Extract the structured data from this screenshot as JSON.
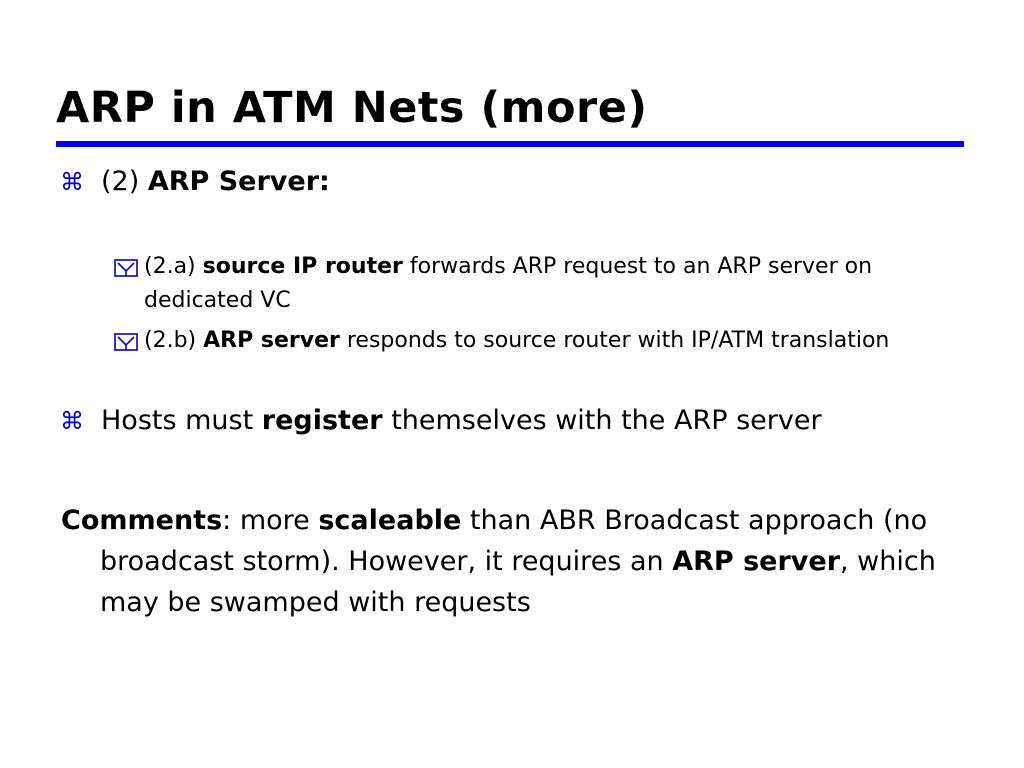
{
  "slide": {
    "title": "ARP in ATM Nets (more)",
    "accent_color": "#0000ff",
    "bullet_icon": "command-key-icon",
    "sub_bullet_icon": "checkbox-check-icon",
    "bullets": [
      {
        "marker": "⌘",
        "plain": "(2) ",
        "bold": "ARP Server:",
        "sub_items": [
          {
            "lead": "(2.a) ",
            "bold": "source IP router",
            "rest": " forwards ARP request to an ARP server on dedicated VC"
          },
          {
            "lead": "(2.b) ",
            "bold": "ARP server",
            "rest": " responds to source router  with IP/ATM translation"
          }
        ]
      },
      {
        "marker": "⌘",
        "plain": "Hosts must ",
        "bold": "register",
        "rest": " themselves with the ARP server"
      }
    ],
    "comments": {
      "label": "Comments",
      "part1": ": more ",
      "bold1": "scaleable",
      "part2": " than ABR Broadcast approach (no broadcast storm). However, it requires an ",
      "bold2": "ARP server",
      "part3": ", which may be swamped with requests"
    }
  }
}
